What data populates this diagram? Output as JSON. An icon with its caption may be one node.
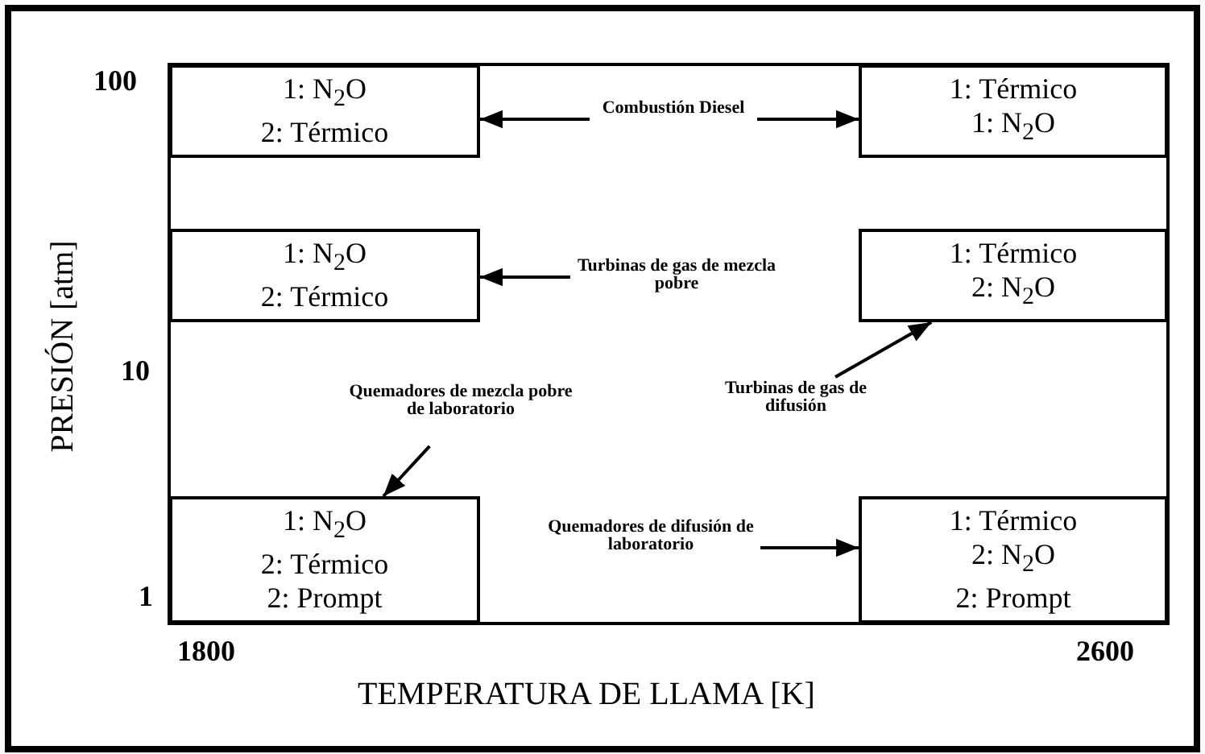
{
  "diagram": {
    "nodes": [
      {
        "text": [
          "1: N$_{2}$O",
          "2: Térmico"
        ]
      },
      {
        "text": [
          "Combustión Diesel"
        ]
      },
      {
        "text": [
          "1: Térmico",
          "1: N$_{2}$O"
        ]
      },
      {
        "text": [
          "1: N$_{2}$O",
          "2: Térmico"
        ]
      },
      {
        "text": [
          "Turbinas de gas de mezcla pobre"
        ]
      },
      {
        "text": [
          "1: Térmico",
          "2: N$_{2}$O"
        ]
      },
      {
        "text": [
          "Turbinas de gas de difusión"
        ]
      },
      {
        "text": [
          "Quemadores de mezcla pobre de laboratorio"
        ]
      },
      {
        "text": [
          "1: N$_{2}$O",
          "2: Térmico",
          "2: Prompt"
        ]
      },
      {
        "text": [
          "Quemadores de difusión de laboratorio"
        ]
      },
      {
        "text": [
          "1: Térmico",
          "2: N$_{2}$O",
          "2: Prompt"
        ]
      }
    ],
    "edges": [
      {
        "from": 1,
        "to": 0,
        "arrow": "to"
      },
      {
        "from": 1,
        "to": 2,
        "arrow": "to"
      },
      {
        "from": 4,
        "to": 3,
        "arrow": "to"
      },
      {
        "from": 6,
        "to": 5,
        "arrow": "to"
      },
      {
        "from": 7,
        "to": 8,
        "arrow": "to"
      },
      {
        "from": 9,
        "to": 10,
        "arrow": "to"
      }
    ],
    "labels": [
      "100",
      "PRESIÓN [atm]",
      "10",
      "1",
      "1800",
      "2600",
      "TEMPERATURA DE LLAMA [K]"
    ]
  }
}
